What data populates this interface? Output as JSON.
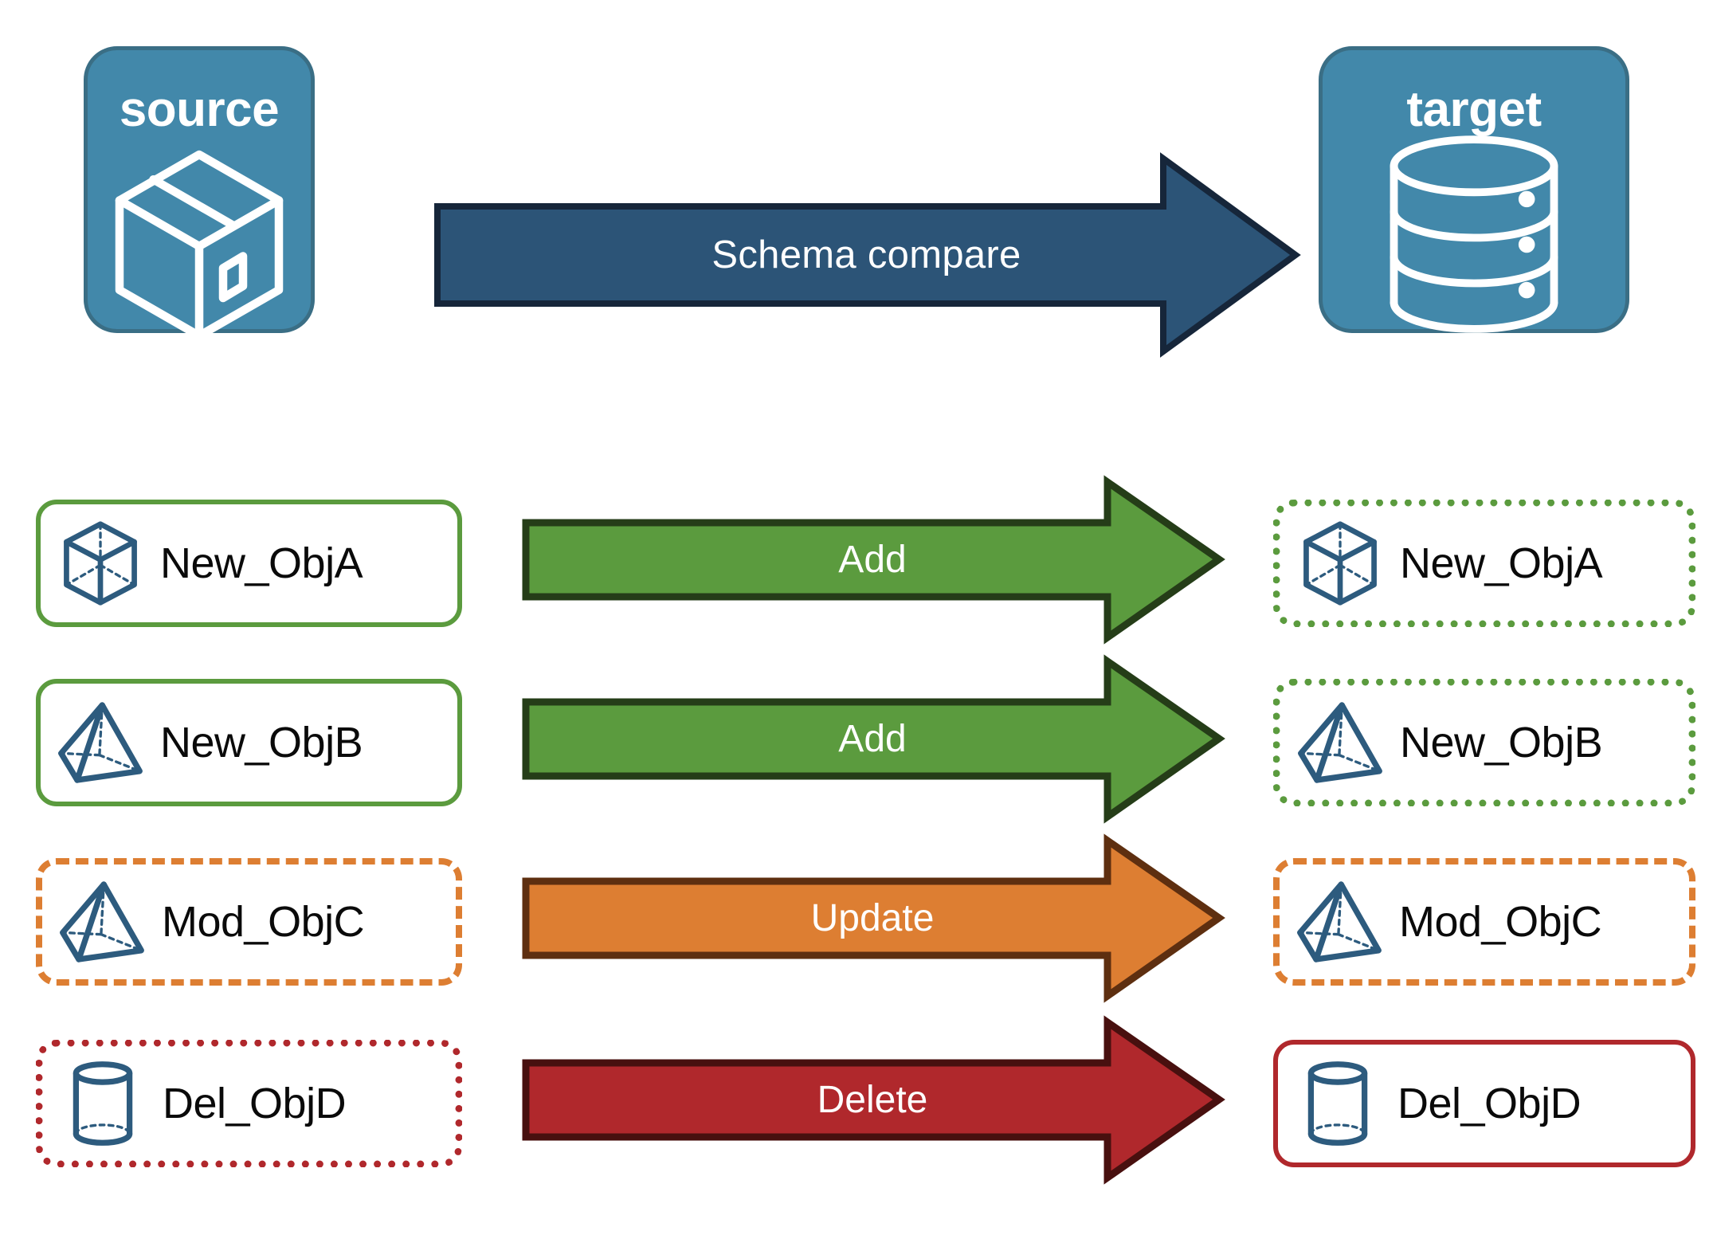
{
  "diagram": {
    "title": "Schema compare",
    "endpoints": [
      {
        "id": "source",
        "label": "source",
        "icon": "package-box-icon",
        "fill": "#4288AA",
        "stroke": "#3A6E85"
      },
      {
        "id": "target",
        "label": "target",
        "icon": "database-cylinder-icon",
        "fill": "#4288AA",
        "stroke": "#3A6E85"
      }
    ],
    "main_arrow": {
      "label": "Schema compare",
      "fill": "#2C5477",
      "stroke": "#16263A",
      "text_color": "#FFFFFF"
    },
    "rows": [
      {
        "action": "Add",
        "arrow_fill": "#5B9B3E",
        "arrow_stroke": "#253D18",
        "source": {
          "label": "New_ObjA",
          "icon": "wireframe-cube-icon",
          "border_color": "#5B9B3E",
          "border_style": "solid"
        },
        "target": {
          "label": "New_ObjA",
          "icon": "wireframe-cube-icon",
          "border_color": "#5B9B3E",
          "border_style": "dotted"
        }
      },
      {
        "action": "Add",
        "arrow_fill": "#5B9B3E",
        "arrow_stroke": "#253D18",
        "source": {
          "label": "New_ObjB",
          "icon": "wireframe-pyramid-icon",
          "border_color": "#5B9B3E",
          "border_style": "solid"
        },
        "target": {
          "label": "New_ObjB",
          "icon": "wireframe-pyramid-icon",
          "border_color": "#5B9B3E",
          "border_style": "dotted"
        }
      },
      {
        "action": "Update",
        "arrow_fill": "#DD7E32",
        "arrow_stroke": "#5E2F10",
        "source": {
          "label": "Mod_ObjC",
          "icon": "wireframe-pyramid-icon",
          "border_color": "#DD7E32",
          "border_style": "dashed"
        },
        "target": {
          "label": "Mod_ObjC",
          "icon": "wireframe-pyramid-icon",
          "border_color": "#DD7E32",
          "border_style": "dashed"
        }
      },
      {
        "action": "Delete",
        "arrow_fill": "#B0282C",
        "arrow_stroke": "#48100F",
        "source": {
          "label": "Del_ObjD",
          "icon": "wireframe-cylinder-icon",
          "border_color": "#B0282C",
          "border_style": "dotted"
        },
        "target": {
          "label": "Del_ObjD",
          "icon": "wireframe-cylinder-icon",
          "border_color": "#B0282C",
          "border_style": "solid"
        }
      }
    ],
    "colors": {
      "object_icon": "#2D5B7E",
      "label_text": "#0A0A0A",
      "canvas": "#FFFFFF"
    }
  }
}
